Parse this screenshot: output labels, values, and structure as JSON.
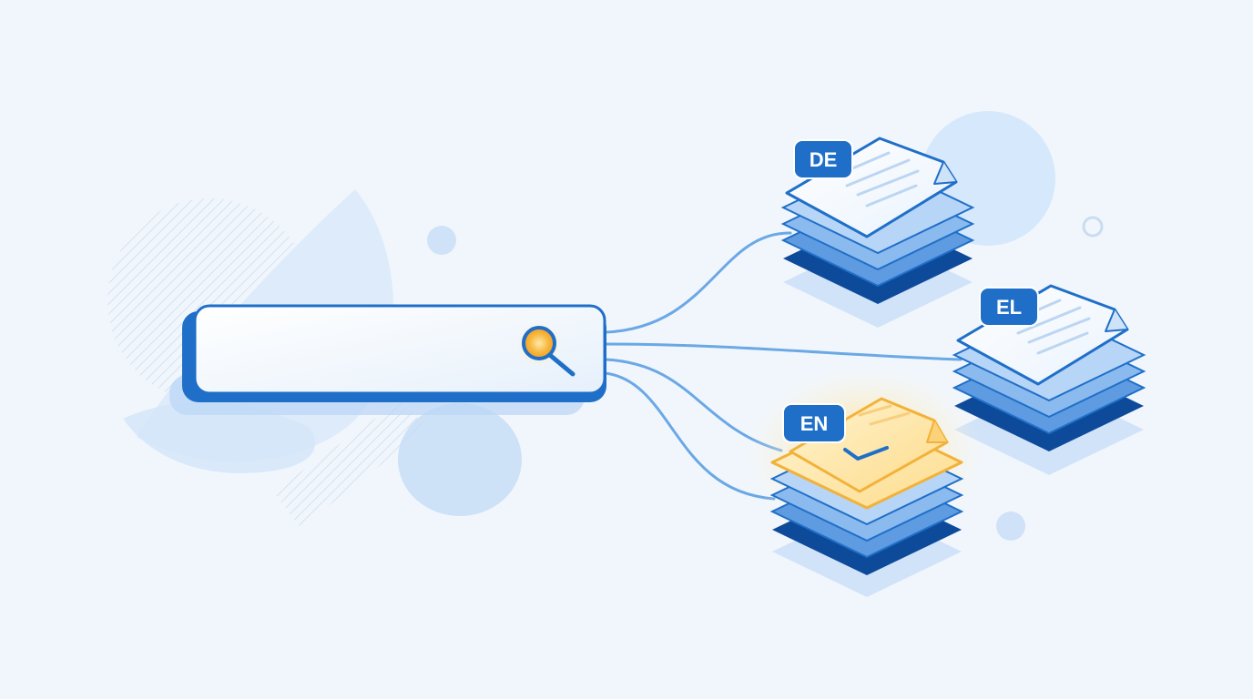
{
  "search": {
    "value": "",
    "icon": "magnifier-icon"
  },
  "stacks": [
    {
      "code": "DE",
      "state": "default",
      "icon": "document-stack-icon"
    },
    {
      "code": "EL",
      "state": "default",
      "icon": "document-stack-icon"
    },
    {
      "code": "EN",
      "state": "selected",
      "icon": "document-stack-icon",
      "check_icon": "checkmark-icon"
    }
  ],
  "colors": {
    "background": "#f1f6fc",
    "primary": "#1f6fc9",
    "primary_dark": "#0d4a9a",
    "layer_light": "#bcd8f6",
    "layer_mid": "#7fb2ea",
    "accent": "#f5a623",
    "highlight_paper": "#fde9b8"
  }
}
